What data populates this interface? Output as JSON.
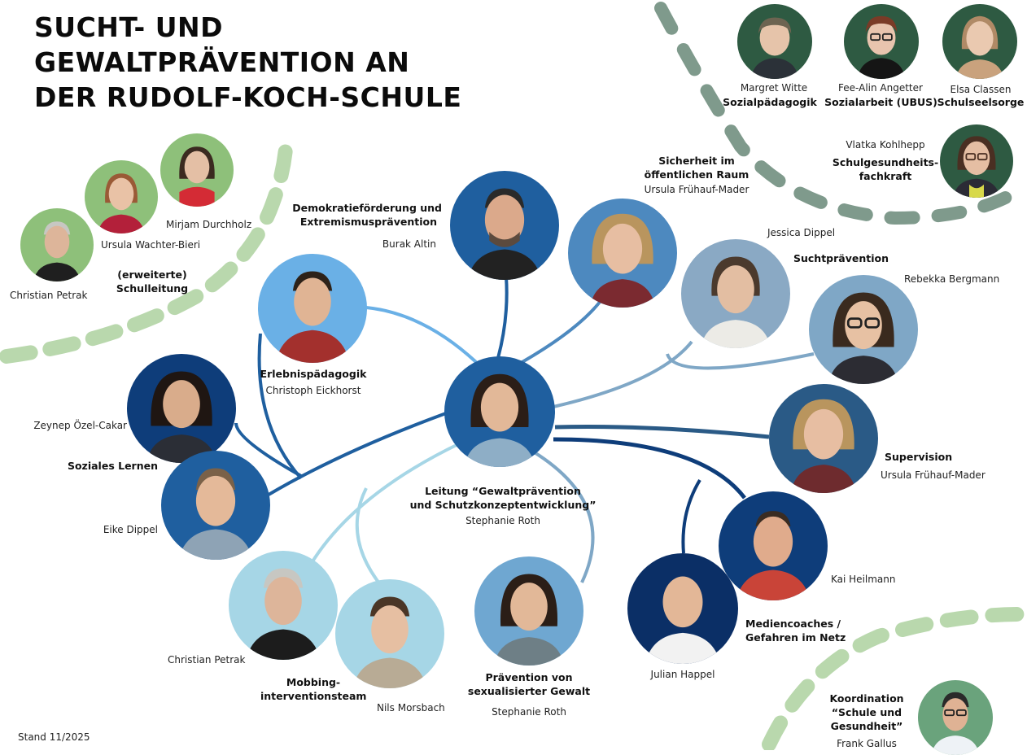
{
  "title": {
    "line1": "SUCHT- UND",
    "line2": "GEWALTPRÄVENTION AN",
    "line3": "DER RUDOLF-KOCH-SCHULE"
  },
  "colors": {
    "dark_green": "#2e5a42",
    "light_green": "#8ec07a",
    "dash_green": "#b9d8ad",
    "dash_grey": "#7f9a8c",
    "navy": "#0e3d7a",
    "mid_blue": "#2a6fb5",
    "sky_blue": "#6ab0e6",
    "steel_blue": "#7fa7c6",
    "light_blue": "#a6d6e6"
  },
  "top_right": {
    "margret": {
      "name": "Margret Witte",
      "role": "Sozialpädagogik"
    },
    "fee": {
      "name": "Fee-Alin Angetter",
      "role": "Sozialarbeit (UBUS)"
    },
    "elsa": {
      "name": "Elsa Classen",
      "role": "Schulseelsorge"
    },
    "vlatka": {
      "name": "Vlatka Kohlhepp",
      "role_line1": "Schulgesundheits-",
      "role_line2": "fachkraft"
    }
  },
  "leadership": {
    "mirjam": "Mirjam Durchholz",
    "ursula": "Ursula Wachter-Bieri",
    "christian": "Christian Petrak",
    "role_line1": "(erweiterte)",
    "role_line2": "Schulleitung"
  },
  "center": {
    "role_line1": "Leitung “Gewaltprävention",
    "role_line2": "und Schutzkonzeptentwicklung”",
    "name": "Stephanie Roth"
  },
  "erlebnis": {
    "role": "Erlebnispädagogik",
    "name": "Christoph Eickhorst"
  },
  "demokratie": {
    "role_line1": "Demokratieförderung und",
    "role_line2": "Extremismusprävention",
    "name": "Burak Altin"
  },
  "sicherheit": {
    "role_line1": "Sicherheit im",
    "role_line2": "öffentlichen Raum",
    "name": "Ursula Frühauf-Mader"
  },
  "sucht": {
    "role": "Suchtprävention",
    "name1": "Jessica Dippel",
    "name2": "Rebekka Bergmann"
  },
  "supervision": {
    "role": "Supervision",
    "name": "Ursula Frühauf-Mader"
  },
  "soziales": {
    "role": "Soziales Lernen",
    "name1": "Zeynep Özel-Cakar",
    "name2": "Eike Dippel"
  },
  "mobbing": {
    "role_line1": "Mobbing-",
    "role_line2": "interventionsteam",
    "name1": "Christian Petrak",
    "name2": "Nils Morsbach"
  },
  "sexual": {
    "role_line1": "Prävention von",
    "role_line2": "sexualisierter Gewalt",
    "name": "Stephanie Roth"
  },
  "medien": {
    "role_line1": "Mediencoaches /",
    "role_line2": "Gefahren im Netz",
    "name1": "Kai Heilmann",
    "name2": "Julian Happel"
  },
  "koordination": {
    "role_line1": "Koordination",
    "role_line2": "“Schule und",
    "role_line3": "Gesundheit”",
    "name": "Frank Gallus"
  },
  "stand": "Stand 11/2025"
}
